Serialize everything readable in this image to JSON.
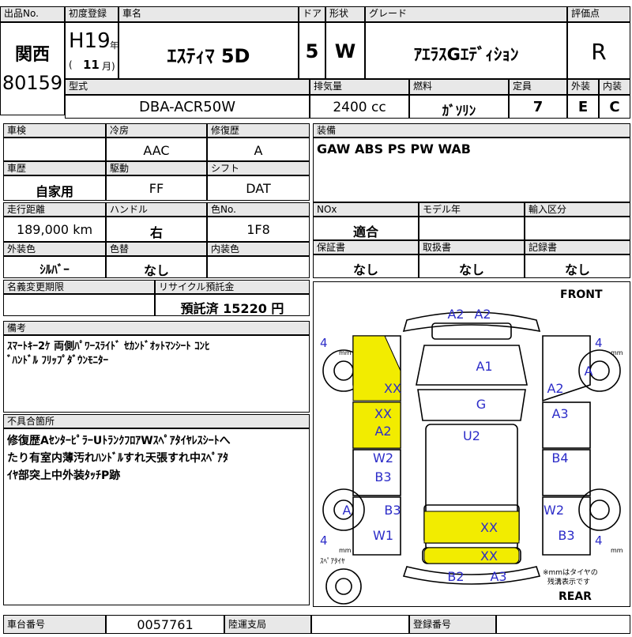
{
  "header": {
    "lot_no_label": "出品No.",
    "first_reg_label": "初度登録",
    "car_name_label": "車名",
    "door_label": "ドア",
    "shape_label": "形状",
    "grade_label": "グレード",
    "score_label": "評価点",
    "venue": "関西",
    "lot_no": "80159",
    "era_year": "H19",
    "year_unit": "年",
    "month_paren_open": "(",
    "month": "11",
    "month_unit": "月)",
    "car_name": "ｴｽﾃｨﾏ 5D",
    "doors": "5",
    "shape": "W",
    "grade": "ｱｴﾗｽGｴﾃﾞｨｼｮﾝ",
    "score": "R"
  },
  "spec": {
    "model_label": "型式",
    "displacement_label": "排気量",
    "fuel_label": "燃料",
    "capacity_label": "定員",
    "exterior_label": "外装",
    "interior_label": "内装",
    "model": "DBA-ACR50W",
    "displacement": "2400 cc",
    "fuel": "ｶﾞｿﾘﾝ",
    "capacity": "7",
    "exterior_grade": "E",
    "interior_grade": "C"
  },
  "details": {
    "inspection_label": "車検",
    "ac_label": "冷房",
    "repair_label": "修復歴",
    "ac": "AAC",
    "repair": "A",
    "history_label": "車歴",
    "drive_label": "駆動",
    "shift_label": "シフト",
    "history": "自家用",
    "drive": "FF",
    "shift": "DAT",
    "mileage_label": "走行距離",
    "handle_label": "ハンドル",
    "color_no_label": "色No.",
    "mileage": "189,000 km",
    "handle": "右",
    "color_no": "1F8",
    "ext_color_label": "外装色",
    "color_swap_label": "色替",
    "int_color_label": "内装色",
    "ext_color": "ｼﾙﾊﾞｰ",
    "color_swap": "なし",
    "name_change_label": "名義変更期限",
    "recycle_label": "リサイクル預託金",
    "recycle": "預託済 15220 円"
  },
  "equipment": {
    "label": "装備",
    "value": "GAW ABS PS PW WAB",
    "nox_label": "NOx",
    "model_year_label": "モデル年",
    "import_label": "輸入区分",
    "nox": "適合",
    "warranty_label": "保証書",
    "manual_label": "取扱書",
    "record_label": "記録書",
    "warranty": "なし",
    "manual": "なし",
    "record": "なし"
  },
  "remarks": {
    "label": "備考",
    "line1": "ｽﾏｰﾄｷｰ2ｹ 両側ﾊﾟﾜｰｽﾗｲﾄﾞ ｾｶﾝﾄﾞｵｯﾄﾏﾝｼｰﾄ ｺﾝﾋ",
    "line2": "ﾞﾊﾝﾄﾞﾙ ﾌﾘｯﾌﾟﾀﾞｳﾝﾓﾆﾀｰ"
  },
  "defects": {
    "label": "不具合箇所",
    "line1": "修復歴AｾﾝﾀｰﾋﾟﾗｰUﾄﾗﾝｸﾌﾛｱWｽﾍﾟｱﾀｲﾔﾚｽｼｰﾄへ",
    "line2": "たり有室内薄汚れﾊﾝﾄﾞﾙすれ天張すれ中ｽﾍﾟｱﾀ",
    "line3": "ｲﾔ部突上中外装ﾀｯﾁP跡"
  },
  "diagram": {
    "front": "FRONT",
    "rear": "REAR",
    "spare_tire": "ｽﾍﾟｱﾀｲﾔ",
    "mm_note_1": "※mmはタイヤの",
    "mm_note_2": "残溝表示です",
    "tread_fl": "4",
    "tread_fr": "4",
    "tread_rl": "4",
    "tread_rr": "4",
    "mm": "mm",
    "marks": {
      "front_bumper_1": "A2",
      "front_bumper_2": "A2",
      "hood": "A1",
      "wheel_fr": "A",
      "left_front_fender": "XX",
      "right_front_fender": "A2",
      "roof": "G",
      "right_front_door": "A3",
      "left_front_door_1": "XX",
      "left_front_door_2": "A2",
      "cabin": "U2",
      "left_rear_door_1": "W2",
      "left_rear_door_2": "B3",
      "right_rear_door": "B4",
      "wheel_rl": "A",
      "left_rear_fender": "B3",
      "right_rear_fender": "W2",
      "trunk_floor": "XX",
      "left_rear_qtr": "W1",
      "right_rear_qtr": "B3",
      "spare_area": "XX",
      "rear_bumper_1": "B2",
      "rear_bumper_2": "A3"
    },
    "highlight_color": "#f2ec00",
    "mark_color": "#2c2cc8"
  },
  "footer": {
    "chassis_label": "車台番号",
    "chassis": "0057761",
    "transport_label": "陸運支局",
    "transport": "",
    "reg_no_label": "登録番号",
    "reg_no": ""
  }
}
